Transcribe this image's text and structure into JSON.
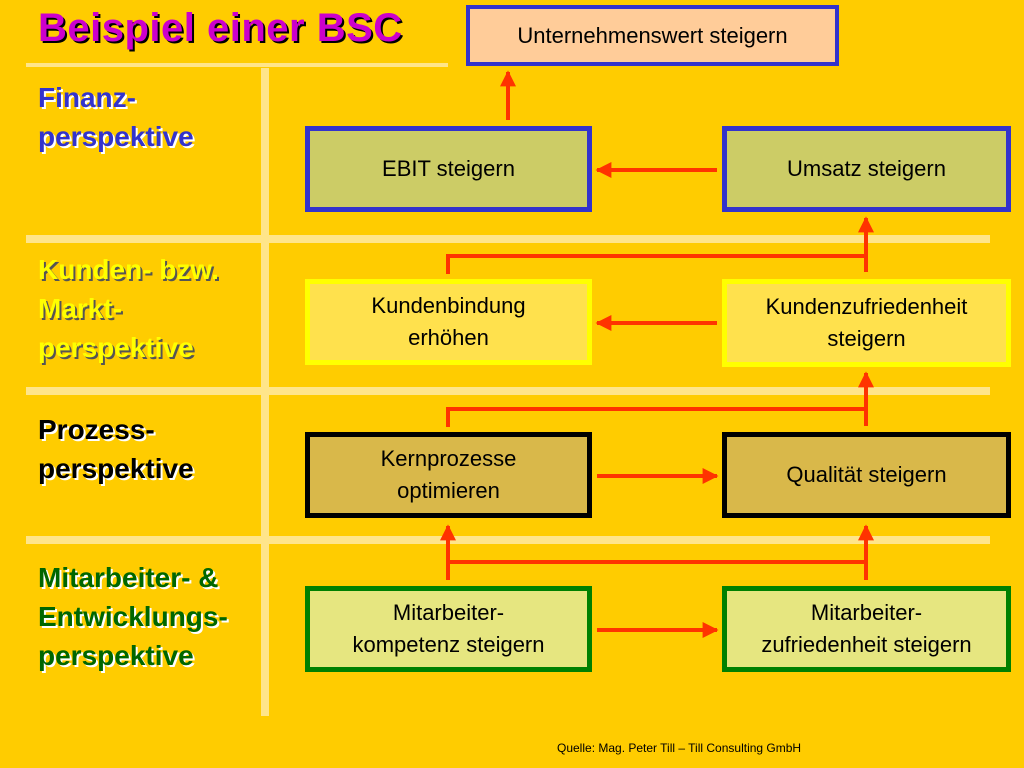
{
  "slide": {
    "title": "Beispiel einer BSC",
    "source": "Quelle: Mag. Peter Till – Till Consulting GmbH"
  },
  "perspectives": [
    {
      "lines": [
        "Finanz-",
        "perspektive"
      ]
    },
    {
      "lines": [
        "Kunden- bzw.",
        "Markt-",
        "perspektive"
      ]
    },
    {
      "lines": [
        "Prozess-",
        "perspektive"
      ]
    },
    {
      "lines": [
        "Mitarbeiter- &",
        "Entwicklungs-",
        "perspektive"
      ]
    }
  ],
  "goals": {
    "top": "Unternehmenswert steigern",
    "finanz_left": "EBIT steigern",
    "finanz_right": "Umsatz steigern",
    "kunden_left": [
      "Kundenbindung",
      "erhöhen"
    ],
    "kunden_right": [
      "Kundenzufriedenheit",
      "steigern"
    ],
    "prozess_left": [
      "Kernprozesse",
      "optimieren"
    ],
    "prozess_right": "Qualität steigern",
    "mitarbeiter_left": [
      "Mitarbeiter-",
      "kompetenz steigern"
    ],
    "mitarbeiter_right": [
      "Mitarbeiter-",
      "zufriedenheit steigern"
    ]
  },
  "colors": {
    "background": "#FFCC00",
    "title": "#CC00CC",
    "finanz": "#3333CC",
    "kunden": "#FFFF00",
    "prozess": "#000000",
    "mitarbeiter": "#006600",
    "arrow": "#FF3300",
    "divider": "#FFE58A"
  }
}
